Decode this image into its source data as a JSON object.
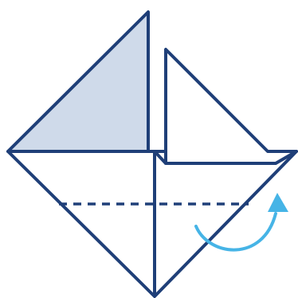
{
  "diagram": {
    "type": "origami-fold-step",
    "colors": {
      "outline": "#1f3f78",
      "shaded_fill": "#cfdaea",
      "arrow": "#46b4e6",
      "background": "#ffffff"
    },
    "parts": [
      "base-square",
      "shaded-left-flap",
      "right-flap",
      "valley-fold-line",
      "fold-direction-arrow"
    ]
  }
}
